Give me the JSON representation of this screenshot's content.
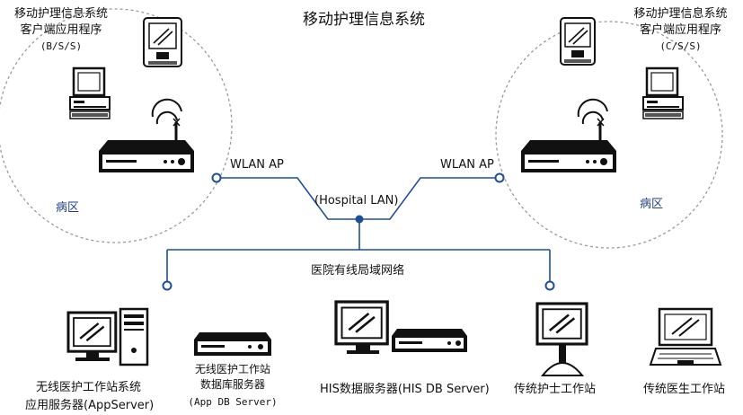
{
  "title": "移动护理信息系统",
  "left_cloud": {
    "line1": "移动护理信息系统",
    "line2": "客户端应用程序",
    "line3": "(B/S/S)",
    "ward": "病区",
    "ap": "WLAN AP"
  },
  "right_cloud": {
    "line1": "移动护理信息系统",
    "line2": "客户端应用程序",
    "line3": "(C/S/S)",
    "ward": "病区",
    "ap": "WLAN AP"
  },
  "hospital_lan": "(Hospital LAN)",
  "wired_lan": "医院有线局域网络",
  "stations": {
    "appserver": {
      "line1": "无线医护工作站系统",
      "line2": "应用服务器(AppServer)"
    },
    "appdb": {
      "line1": "无线医护工作站",
      "line2": "数据库服务器",
      "line3": "(App DB Server)"
    },
    "hisdb": {
      "line1": "HIS数据服务器(HIS DB Server)"
    },
    "nurse": {
      "line1": "传统护士工作站"
    },
    "doctor": {
      "line1": "传统医生工作站"
    }
  },
  "colors": {
    "link": "#1f4e99",
    "cloud": "#9a9a9a",
    "ink": "#111111"
  }
}
